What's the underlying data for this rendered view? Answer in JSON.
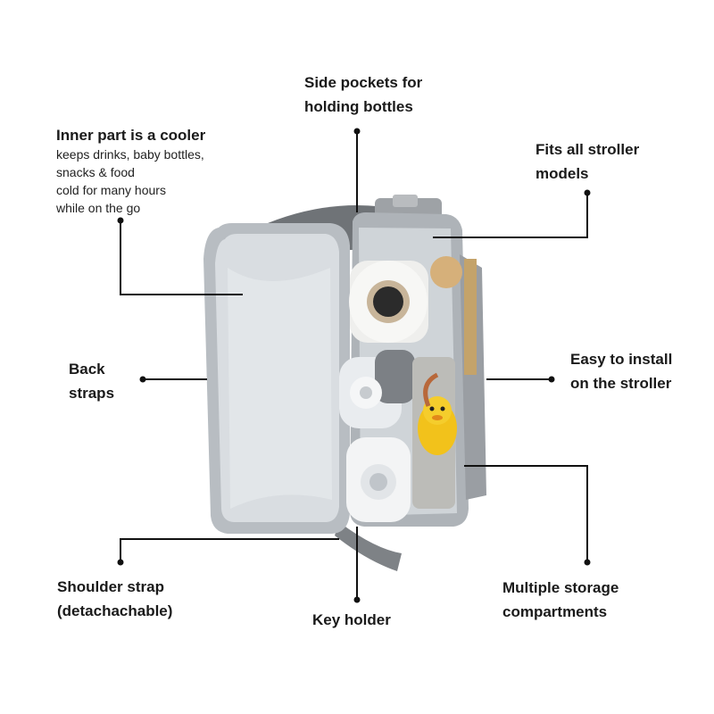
{
  "callouts": {
    "side_pockets": [
      "Side pockets for",
      "holding bottles"
    ],
    "inner_cooler_title": "Inner part is a cooler",
    "inner_cooler_desc": [
      "keeps drinks, baby bottles,",
      "snacks & food",
      "cold for many hours",
      "while on the go"
    ],
    "fits_stroller": [
      "Fits all stroller",
      "models"
    ],
    "back_straps": [
      "Back",
      "straps"
    ],
    "easy_install": [
      "Easy to install",
      "on the stroller"
    ],
    "shoulder_strap": [
      "Shoulder strap",
      "(detachachable)"
    ],
    "key_holder": "Key holder",
    "storage": [
      "Multiple storage",
      "compartments"
    ]
  },
  "colors": {
    "text": "#1a1a1a",
    "line": "#111111",
    "bag_silver": "#c9cdd1",
    "bag_grey": "#8e9296",
    "duck_yellow": "#f2c21b"
  }
}
